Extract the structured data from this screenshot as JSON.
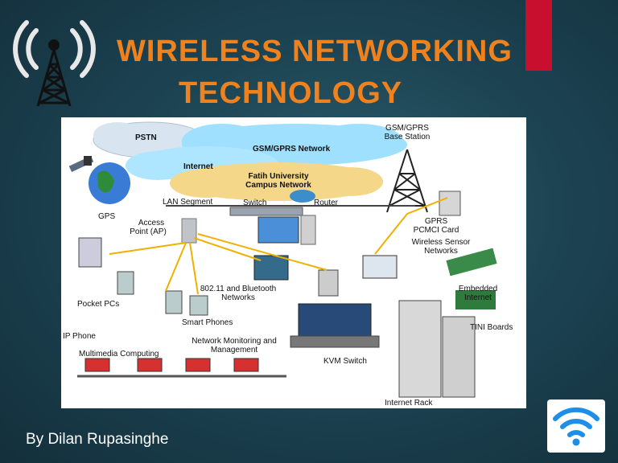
{
  "slide": {
    "title_line1": "WIRELESS NETWORKING",
    "title_line2": "TECHNOLOGY",
    "author": "By  Dilan Rupasinghe",
    "accent_color": "#c8102e",
    "title_color": "#f0821e",
    "icons": [
      "radio-tower-icon",
      "wifi-icon"
    ]
  },
  "diagram": {
    "labels": {
      "pstn": "PSTN",
      "gsm_network": "GSM/GPRS Network",
      "base_station_1": "GSM/GPRS",
      "base_station_2": "Base Station",
      "internet": "Internet",
      "campus_1": "Fatih University",
      "campus_2": "Campus Network",
      "lan_segment": "LAN Segment",
      "switch": "Switch",
      "router": "Router",
      "gps": "GPS",
      "access_point_1": "Access",
      "access_point_2": "Point (AP)",
      "gprs_1": "GPRS",
      "gprs_2": "PCMCI Card",
      "sensor_1": "Wireless Sensor",
      "sensor_2": "Networks",
      "bluetooth_1": "802.11 and Bluetooth",
      "bluetooth_2": "Networks",
      "embedded_1": "Embedded",
      "embedded_2": "Internet",
      "pocket_pcs": "Pocket PCs",
      "smart_phones": "Smart Phones",
      "tini_boards": "TINI Boards",
      "ip_phone": "IP Phone",
      "monitoring_1": "Network Monitoring and",
      "monitoring_2": "Management",
      "multimedia": "Multimedia Computing",
      "kvm_switch": "KVM Switch",
      "internet_rack": "Internet Rack"
    }
  }
}
